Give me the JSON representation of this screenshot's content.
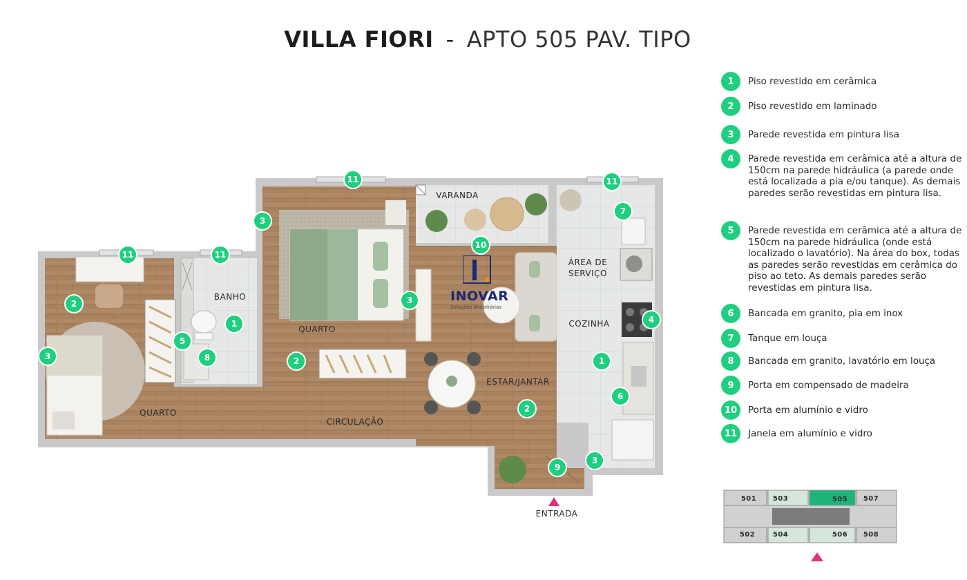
{
  "header": {
    "title_bold": "VILLA FIORI",
    "separator": "-",
    "title_light": "APTO 505 PAV. TIPO"
  },
  "rooms": {
    "quarto_1": "QUARTO",
    "quarto_2": "QUARTO",
    "banho": "BANHO",
    "varanda": "VARANDA",
    "area_servico_line1": "ÁREA DE",
    "area_servico_line2": "SERVIÇO",
    "cozinha": "COZINHA",
    "estar_jantar": "ESTAR/JANTAR",
    "circulacao": "CIRCULAÇÃO",
    "entrada": "ENTRADA"
  },
  "logo": {
    "name": "INOVAR",
    "subtitle": "Soluções Imobiliárias"
  },
  "plan_markers": [
    "11",
    "11",
    "11",
    "11",
    "3",
    "3",
    "3",
    "3",
    "2",
    "2",
    "2",
    "1",
    "1",
    "5",
    "8",
    "10",
    "7",
    "4",
    "6",
    "9"
  ],
  "legend": [
    {
      "num": "1",
      "text": "Piso revestido em cerâmica"
    },
    {
      "num": "2",
      "text": "Piso revestido em laminado"
    },
    {
      "num": "3",
      "text": "Parede revestida em pintura lisa"
    },
    {
      "num": "4",
      "text": "Parede revestida em cerâmica  até a altura de 150cm na parede hidráulica (a parede onde está localizada a pia e/ou tanque). As demais paredes serão revestidas em pintura lisa."
    },
    {
      "num": "5",
      "text": "Parede revestida em cerâmica  até a altura de 150cm na parede hidráulica (onde está localizado o lavatório).  Na área do box, todas as paredes serão revestidas em cerâmica do piso ao teto. As demais paredes serão revestidas em pintura lisa."
    },
    {
      "num": "6",
      "text": "Bancada em granito, pia em inox"
    },
    {
      "num": "7",
      "text": "Tanque em louça"
    },
    {
      "num": "8",
      "text": "Bancada em granito, lavatório em louça"
    },
    {
      "num": "9",
      "text": "Porta em compensado de madeira"
    },
    {
      "num": "10",
      "text": "Porta em alumínio e vidro"
    },
    {
      "num": "11",
      "text": "Janela em alumínio e vidro"
    }
  ],
  "key_plan": {
    "units": [
      "501",
      "503",
      "505",
      "507",
      "502",
      "504",
      "506",
      "508"
    ],
    "highlighted": "505"
  },
  "colors": {
    "accent_green": "#1fcf80",
    "highlight_unit": "#1fb57a",
    "entrance_marker": "#e0337c",
    "logo_blue": "#1a2a72",
    "logo_orange": "#f28c1a"
  }
}
